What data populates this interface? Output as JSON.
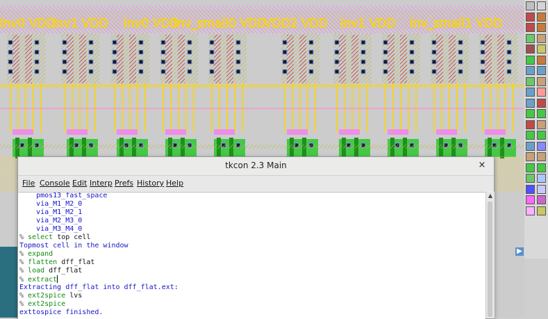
{
  "layout": {
    "cell_labels": [
      "inv0 VDD",
      "inv1 VDD",
      "inv0 VDD",
      "inv_small0 VDD",
      "VDD2 VDD",
      "inv1 VDD",
      "inv_small1 VDD"
    ],
    "colors": {
      "background": "#cccccc",
      "metal1": "#c8c864",
      "poly": "#c85a5a",
      "ndiff": "#46c846",
      "pdiff": "#c8a07a",
      "label": "#ffd400",
      "accent_magenta": "#ff66ff",
      "teal": "#2a6f80"
    }
  },
  "tkcon": {
    "title": "tkcon 2.3 Main",
    "close_icon": "×",
    "menu": [
      "File",
      "Console",
      "Edit",
      "Interp",
      "Prefs",
      "History",
      "Help"
    ],
    "lines": [
      {
        "text": "    pmos13_fast_space",
        "color": "blue"
      },
      {
        "text": "    via_M1_M2_0",
        "color": "blue"
      },
      {
        "text": "    via_M1_M2_1",
        "color": "blue"
      },
      {
        "text": "    via_M2_M3_0",
        "color": "blue"
      },
      {
        "text": "    via_M3_M4_0",
        "color": "blue"
      },
      {
        "prompt": "% ",
        "cmd": "select",
        "arg": " top cell"
      },
      {
        "text": "Topmost cell in the window",
        "color": "blue"
      },
      {
        "prompt": "% ",
        "cmd": "expand",
        "arg": ""
      },
      {
        "prompt": "% ",
        "cmd": "flatten",
        "arg": " dff_flat"
      },
      {
        "prompt": "% ",
        "cmd": "load",
        "arg": " dff_flat"
      },
      {
        "prompt": "% ",
        "cmd": "extract",
        "arg": "",
        "cursor": true
      },
      {
        "text": "Extracting dff_flat into dff_flat.ext:",
        "color": "blue"
      },
      {
        "prompt": "% ",
        "cmd": "ext2spice",
        "arg": " lvs"
      },
      {
        "prompt": "% ",
        "cmd": "ext2spice",
        "arg": ""
      },
      {
        "text": "exttospice finished.",
        "color": "blue"
      }
    ]
  }
}
